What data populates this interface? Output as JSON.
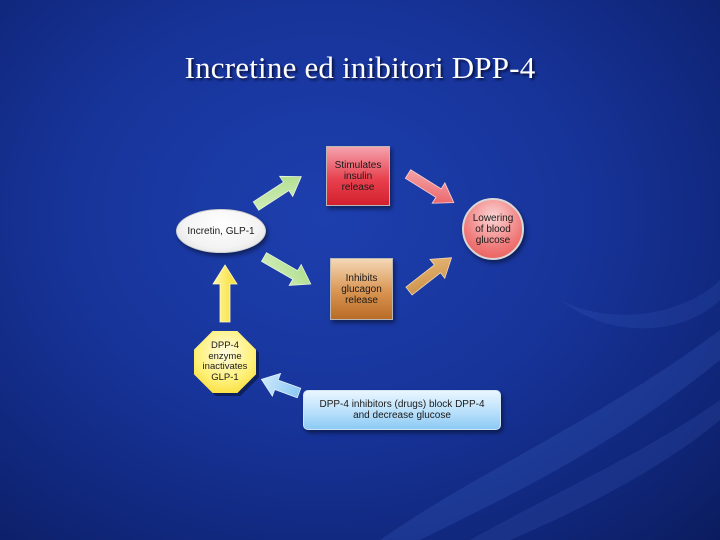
{
  "slide": {
    "title": "Incretine ed inibitori DPP-4"
  },
  "diagram": {
    "nodes": {
      "incretin": "Incretin, GLP-1",
      "stimulates": [
        "Stimulates",
        "insulin",
        "release"
      ],
      "inhibits": [
        "Inhibits",
        "glucagon",
        "release"
      ],
      "lowering": [
        "Lowering",
        "of blood",
        "glucose"
      ],
      "dpp4": [
        "DPP-4",
        "enzyme",
        "inactivates",
        "GLP-1"
      ],
      "drugs": [
        "DPP-4 inhibitors (drugs) block DPP-4",
        "and decrease glucose"
      ]
    },
    "colors": {
      "background": "#17349a",
      "stimulates_box": "#e8414f",
      "inhibits_box": "#d99451",
      "lowering_circle": "#f07a7a",
      "dpp4_octagon": "#fff17a",
      "drugs_box": "#b9e0fb"
    }
  }
}
